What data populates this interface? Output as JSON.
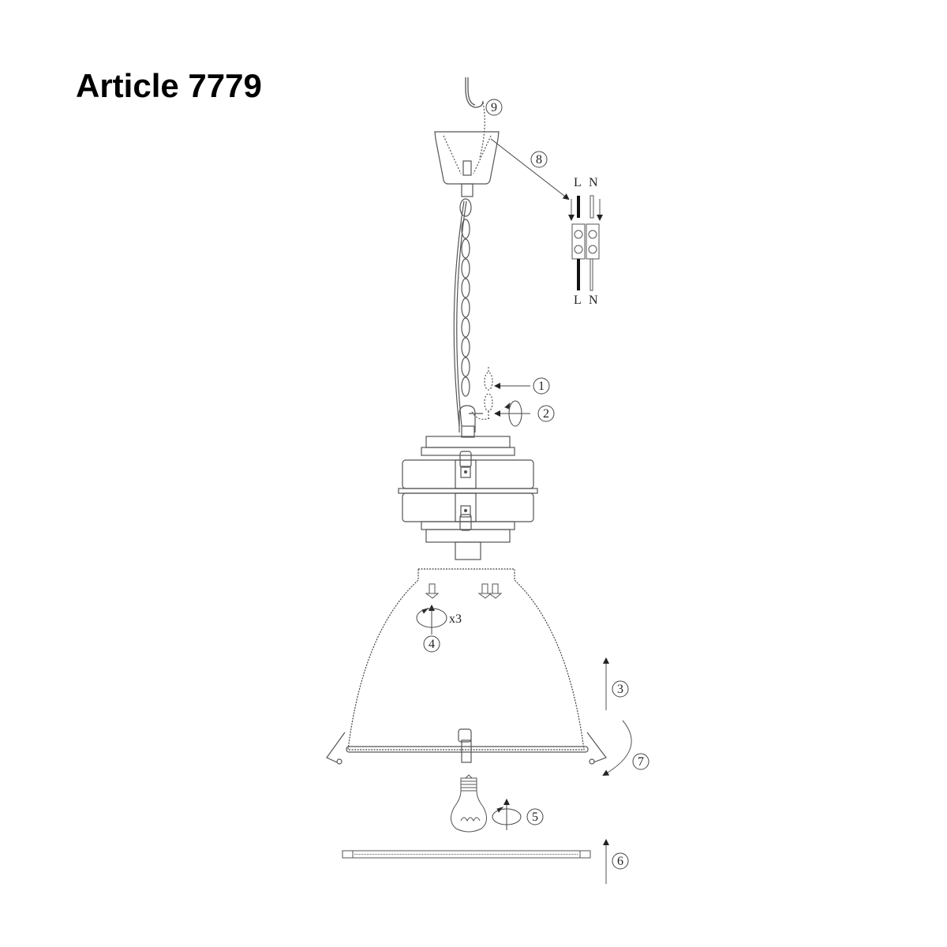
{
  "title": "Article 7779",
  "colors": {
    "background": "#ffffff",
    "line": "#555555",
    "text": "#000000"
  },
  "steps": [
    {
      "id": "1",
      "label": "1",
      "description": "chain link attach"
    },
    {
      "id": "2",
      "label": "2",
      "description": "screw rotation at chain hook"
    },
    {
      "id": "3",
      "label": "3",
      "description": "lift shade upward"
    },
    {
      "id": "4",
      "label": "4",
      "description": "screw rotation"
    },
    {
      "id": "5",
      "label": "5",
      "description": "bulb rotation"
    },
    {
      "id": "6",
      "label": "6",
      "description": "push glass panel upward"
    },
    {
      "id": "7",
      "label": "7",
      "description": "rotate clip"
    },
    {
      "id": "8",
      "label": "8",
      "description": "wiring connection"
    },
    {
      "id": "9",
      "label": "9",
      "description": "ceiling hook"
    }
  ],
  "wiring": {
    "top_labels": [
      "L",
      "N"
    ],
    "bottom_labels": [
      "L",
      "N"
    ]
  },
  "screw_count_label": "x3"
}
